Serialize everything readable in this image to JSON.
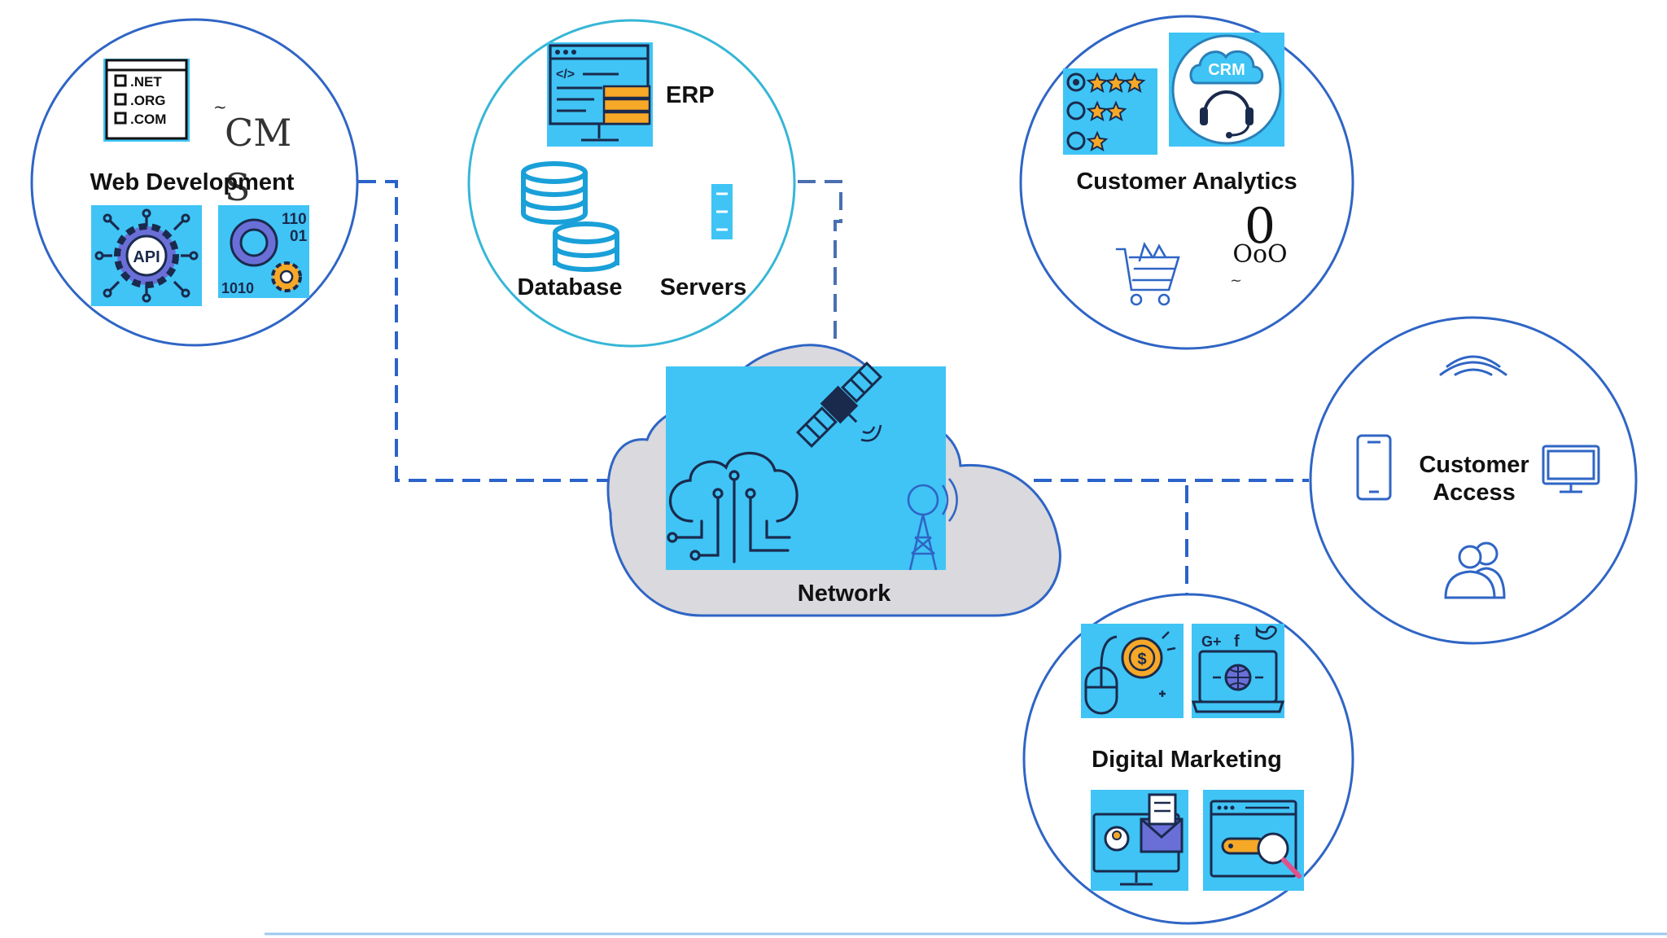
{
  "nodes": {
    "web_development": {
      "label": "Web Development",
      "domains": [
        ".NET",
        ".ORG",
        ".COM"
      ],
      "cms": "CM",
      "cms_s": "S",
      "tilde": "~",
      "api": "API",
      "binary_top": "110",
      "binary_mid": "01",
      "binary_bottom": "1010"
    },
    "erp_group": {
      "erp": "ERP",
      "database": "Database",
      "servers": "Servers",
      "code": "</>"
    },
    "customer_analytics": {
      "label": "Customer Analytics",
      "crm": "CRM",
      "zero": "0",
      "ooo": "OoO",
      "tilde": "~"
    },
    "network": {
      "label": "Network"
    },
    "customer_access": {
      "label_line1": "Customer",
      "label_line2": "Access"
    },
    "digital_marketing": {
      "label": "Digital Marketing",
      "dollar": "$",
      "social": [
        "G+",
        "f"
      ]
    }
  },
  "colors": {
    "tile_bg": "#3fc4f5",
    "icon_navy": "#1a2a4d",
    "circle_blue": "#2f65c5",
    "circle_teal": "#36b6d6",
    "line_blue": "#2a63c9",
    "cloud_fill": "#d9d9de",
    "stack_blue": "#1aa0d8",
    "purple": "#6a6fd8",
    "orange": "#f6a827",
    "baseline": "#9ccaf0"
  }
}
